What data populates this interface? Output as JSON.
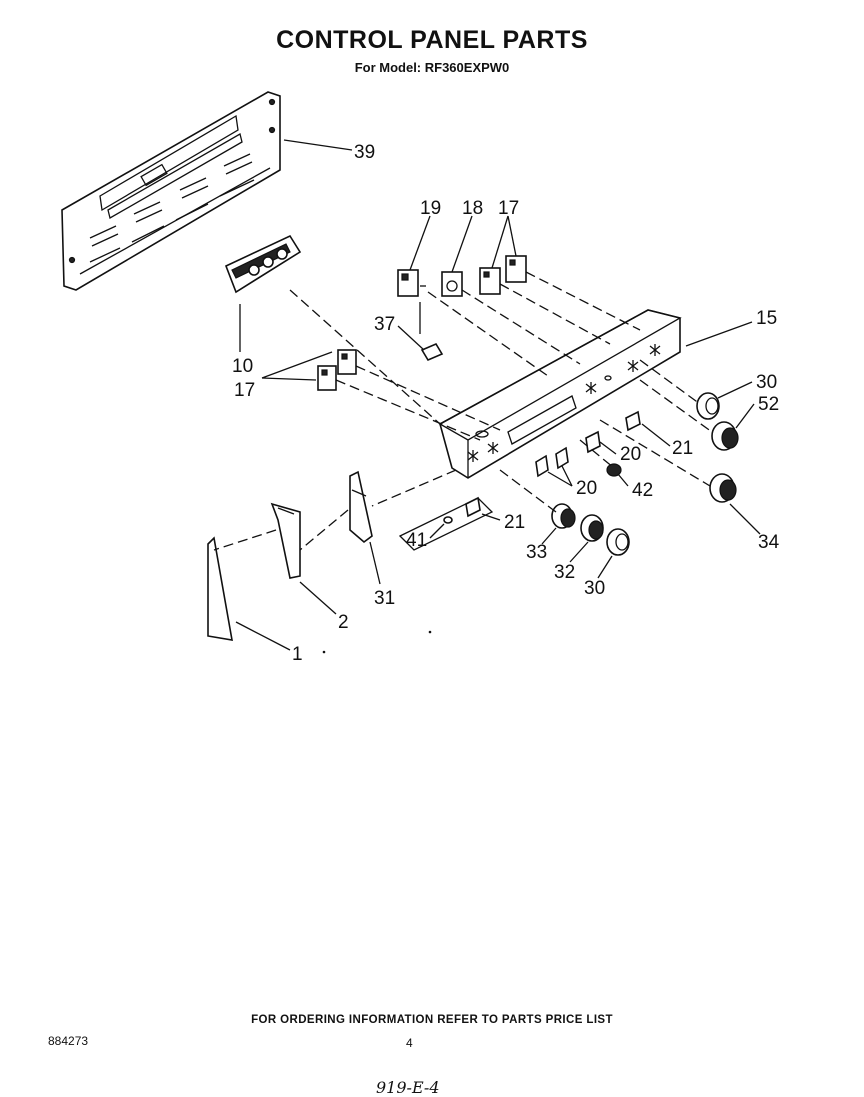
{
  "title": "CONTROL PANEL PARTS",
  "subtitle": "For Model: RF360EXPW0",
  "footer_note": "FOR ORDERING INFORMATION REFER TO PARTS PRICE LIST",
  "document_number": "884273",
  "page_number": "4",
  "handwritten_note": "919-E-4",
  "callouts": [
    {
      "id": "c39",
      "label": "39"
    },
    {
      "id": "c19",
      "label": "19"
    },
    {
      "id": "c18",
      "label": "18"
    },
    {
      "id": "c17a",
      "label": "17"
    },
    {
      "id": "c15",
      "label": "15"
    },
    {
      "id": "c37",
      "label": "37"
    },
    {
      "id": "c10",
      "label": "10"
    },
    {
      "id": "c17b",
      "label": "17"
    },
    {
      "id": "c30a",
      "label": "30"
    },
    {
      "id": "c52",
      "label": "52"
    },
    {
      "id": "c21a",
      "label": "21"
    },
    {
      "id": "c20a",
      "label": "20"
    },
    {
      "id": "c42",
      "label": "42"
    },
    {
      "id": "c20b",
      "label": "20"
    },
    {
      "id": "c21b",
      "label": "21"
    },
    {
      "id": "c41",
      "label": "41"
    },
    {
      "id": "c34",
      "label": "34"
    },
    {
      "id": "c33",
      "label": "33"
    },
    {
      "id": "c32",
      "label": "32"
    },
    {
      "id": "c30b",
      "label": "30"
    },
    {
      "id": "c31",
      "label": "31"
    },
    {
      "id": "c2",
      "label": "2"
    },
    {
      "id": "c1",
      "label": "1"
    }
  ]
}
